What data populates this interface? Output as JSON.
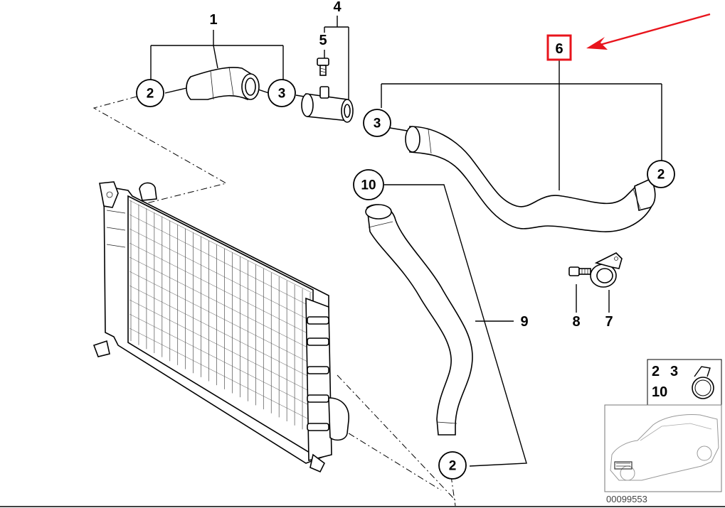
{
  "parts": [
    {
      "key": "p1",
      "label": "1"
    },
    {
      "key": "p4",
      "label": "4"
    },
    {
      "key": "p5",
      "label": "5"
    },
    {
      "key": "p6",
      "label": "6",
      "highlighted": true
    },
    {
      "key": "p7",
      "label": "7"
    },
    {
      "key": "p8",
      "label": "8"
    },
    {
      "key": "p9",
      "label": "9"
    }
  ],
  "callouts": [
    {
      "key": "c2a",
      "label": "2"
    },
    {
      "key": "c3a",
      "label": "3"
    },
    {
      "key": "c3b",
      "label": "3"
    },
    {
      "key": "c2b",
      "label": "2"
    },
    {
      "key": "c10",
      "label": "10"
    },
    {
      "key": "c2c",
      "label": "2"
    }
  ],
  "inset": {
    "line1_a": "2",
    "line1_b": "3",
    "line2": "10"
  },
  "reference_number": "00099553",
  "colors": {
    "highlight": "#e8141c",
    "arrow": "#e8141c",
    "ink": "#000000"
  }
}
